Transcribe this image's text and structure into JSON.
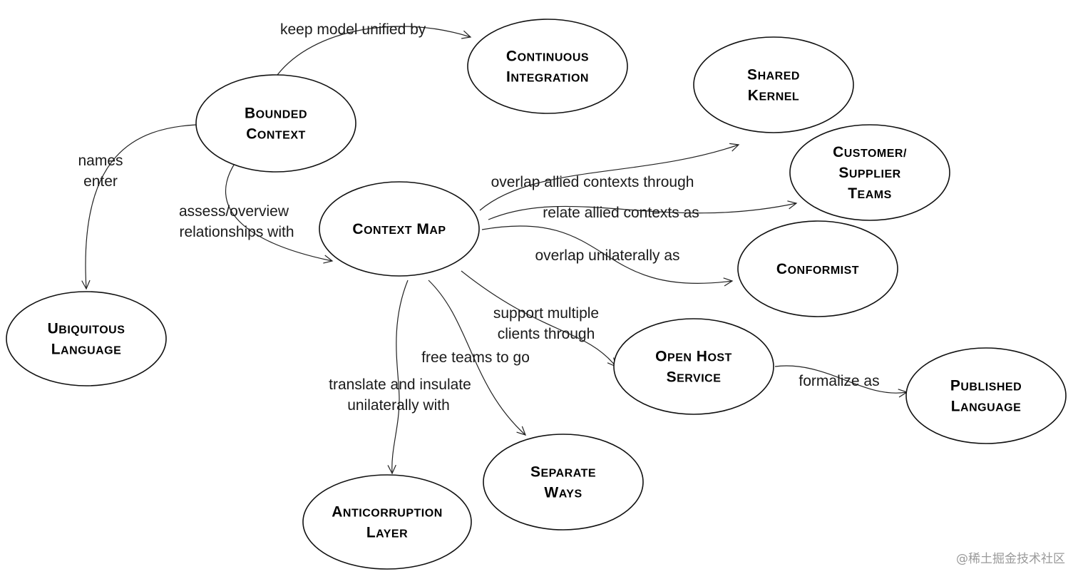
{
  "nodes": {
    "bounded_context": [
      "Bounded",
      "Context"
    ],
    "continuous_integration": [
      "Continuous",
      "Integration"
    ],
    "shared_kernel": [
      "Shared",
      "Kernel"
    ],
    "customer_supplier": [
      "Customer/",
      "Supplier",
      "Teams"
    ],
    "context_map": [
      "Context Map"
    ],
    "conformist": [
      "Conformist"
    ],
    "ubiquitous_language": [
      "Ubiquitous",
      "Language"
    ],
    "open_host_service": [
      "Open Host",
      "Service"
    ],
    "published_language": [
      "Published",
      "Language"
    ],
    "separate_ways": [
      "Separate",
      "Ways"
    ],
    "anticorruption_layer": [
      "Anticorruption",
      "Layer"
    ]
  },
  "edges": {
    "keep_unified": [
      "keep model unified by"
    ],
    "names_enter": [
      "names",
      "enter"
    ],
    "assess_overview": [
      "assess/overview",
      "relationships with"
    ],
    "overlap_allied": [
      "overlap allied contexts through"
    ],
    "relate_allied": [
      "relate allied contexts as"
    ],
    "overlap_unilaterally": [
      "overlap unilaterally as"
    ],
    "support_multiple": [
      "support multiple",
      "clients through"
    ],
    "free_teams": [
      "free teams to go"
    ],
    "translate_insulate": [
      "translate and insulate",
      "unilaterally with"
    ],
    "formalize": [
      "formalize as"
    ]
  },
  "watermark": "@稀土掘金技术社区"
}
